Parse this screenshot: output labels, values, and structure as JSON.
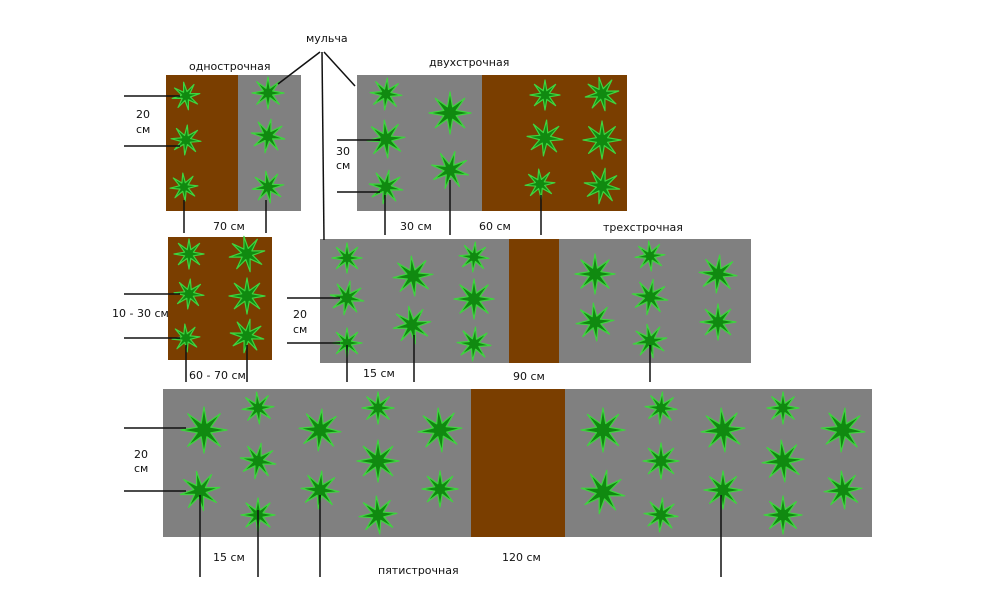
{
  "colors": {
    "background": "#ffffff",
    "mulch": "#808080",
    "path_soil": "#7a3e00",
    "plant_fill": "#108a10",
    "plant_edge": "#3fd43f",
    "line": "#111111"
  },
  "labels": {
    "mulch": "мульча",
    "single_row": "однострочная",
    "double_row": "двухстрочная",
    "triple_row": "трехстрочная",
    "five_row": "пятистрочная"
  },
  "dimensions": {
    "single_rowspacing_value": "20",
    "single_rowspacing_unit": "см",
    "single_width": "70 см",
    "single_plant_spacing": "10 - 30 см",
    "single_bottom_width": "60 - 70 см",
    "double_rowspacing_value": "30",
    "double_rowspacing_unit": "см",
    "double_between_rows": "30 см",
    "double_path": "60 см",
    "triple_rowspacing_value": "20",
    "triple_rowspacing_unit": "см",
    "triple_between_rows": "15 см",
    "triple_path": "90 см",
    "five_rowspacing_value": "20",
    "five_rowspacing_unit": "см",
    "five_between_rows": "15 см",
    "five_path": "120 см"
  }
}
